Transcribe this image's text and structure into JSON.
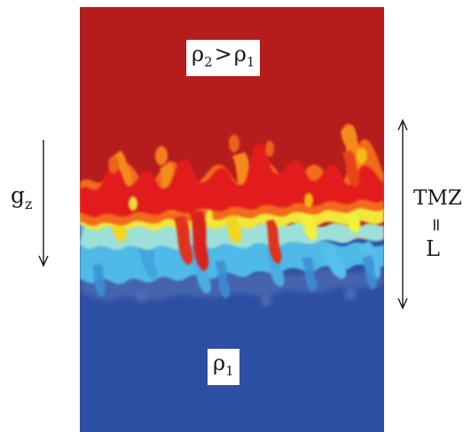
{
  "fluids": {
    "heavy": {
      "symbol": "ρ",
      "sub": "2",
      "relation": ">",
      "ref_symbol": "ρ",
      "ref_sub": "1",
      "color": "#B71C1C"
    },
    "light": {
      "symbol": "ρ",
      "sub": "1",
      "color": "#2C4FA3"
    }
  },
  "gravity": {
    "symbol": "g",
    "sub": "z"
  },
  "mixing_zone": {
    "acronym": "TMZ",
    "equals": "=",
    "length_symbol": "L"
  },
  "palette": [
    "#B71C1C",
    "#E21B1B",
    "#F26A1B",
    "#F5C518",
    "#F2F03C",
    "#9DE0D8",
    "#4FB9E8",
    "#3A8FD6",
    "#2C4FA3"
  ]
}
